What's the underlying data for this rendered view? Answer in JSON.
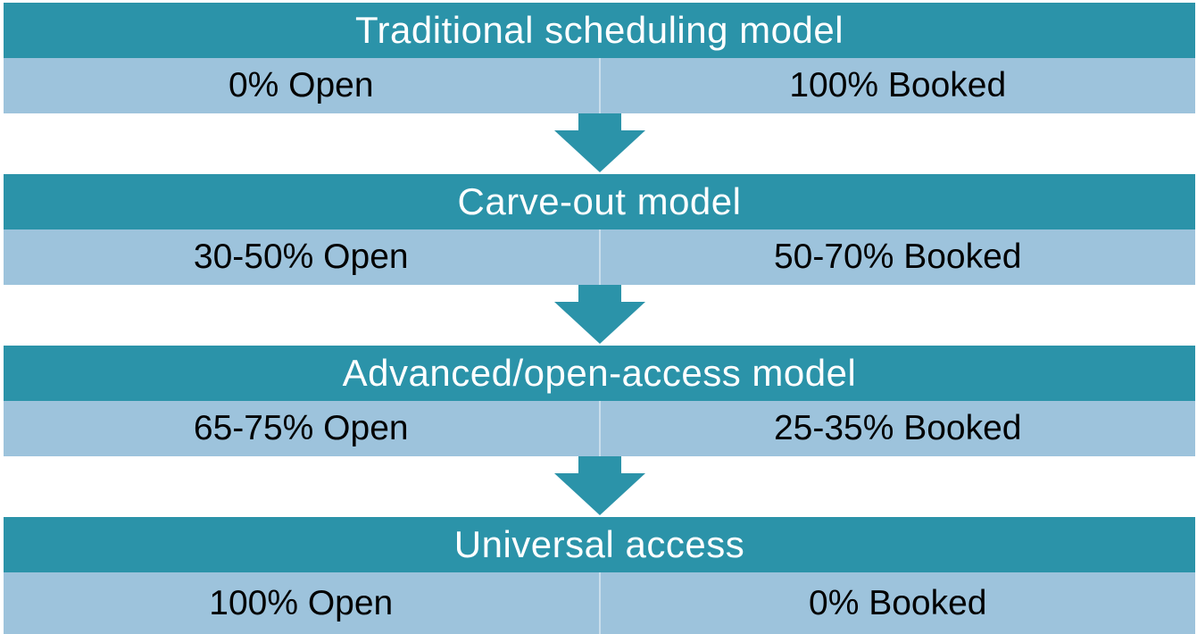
{
  "diagram_title": "Scheduling models flow",
  "colors": {
    "teal": "#2b93a9",
    "light_blue": "#9dc3dc",
    "header_text": "#ffffff",
    "cell_text": "#000000",
    "background": "#ffffff"
  },
  "arrow_icon": "down-arrow",
  "stages": [
    {
      "title": "Traditional scheduling model",
      "open": "0% Open",
      "booked": "100% Booked"
    },
    {
      "title": "Carve-out model",
      "open": "30-50% Open",
      "booked": "50-70% Booked"
    },
    {
      "title": "Advanced/open-access model",
      "open": "65-75% Open",
      "booked": "25-35% Booked"
    },
    {
      "title": "Universal access",
      "open": "100% Open",
      "booked": "0% Booked"
    }
  ]
}
